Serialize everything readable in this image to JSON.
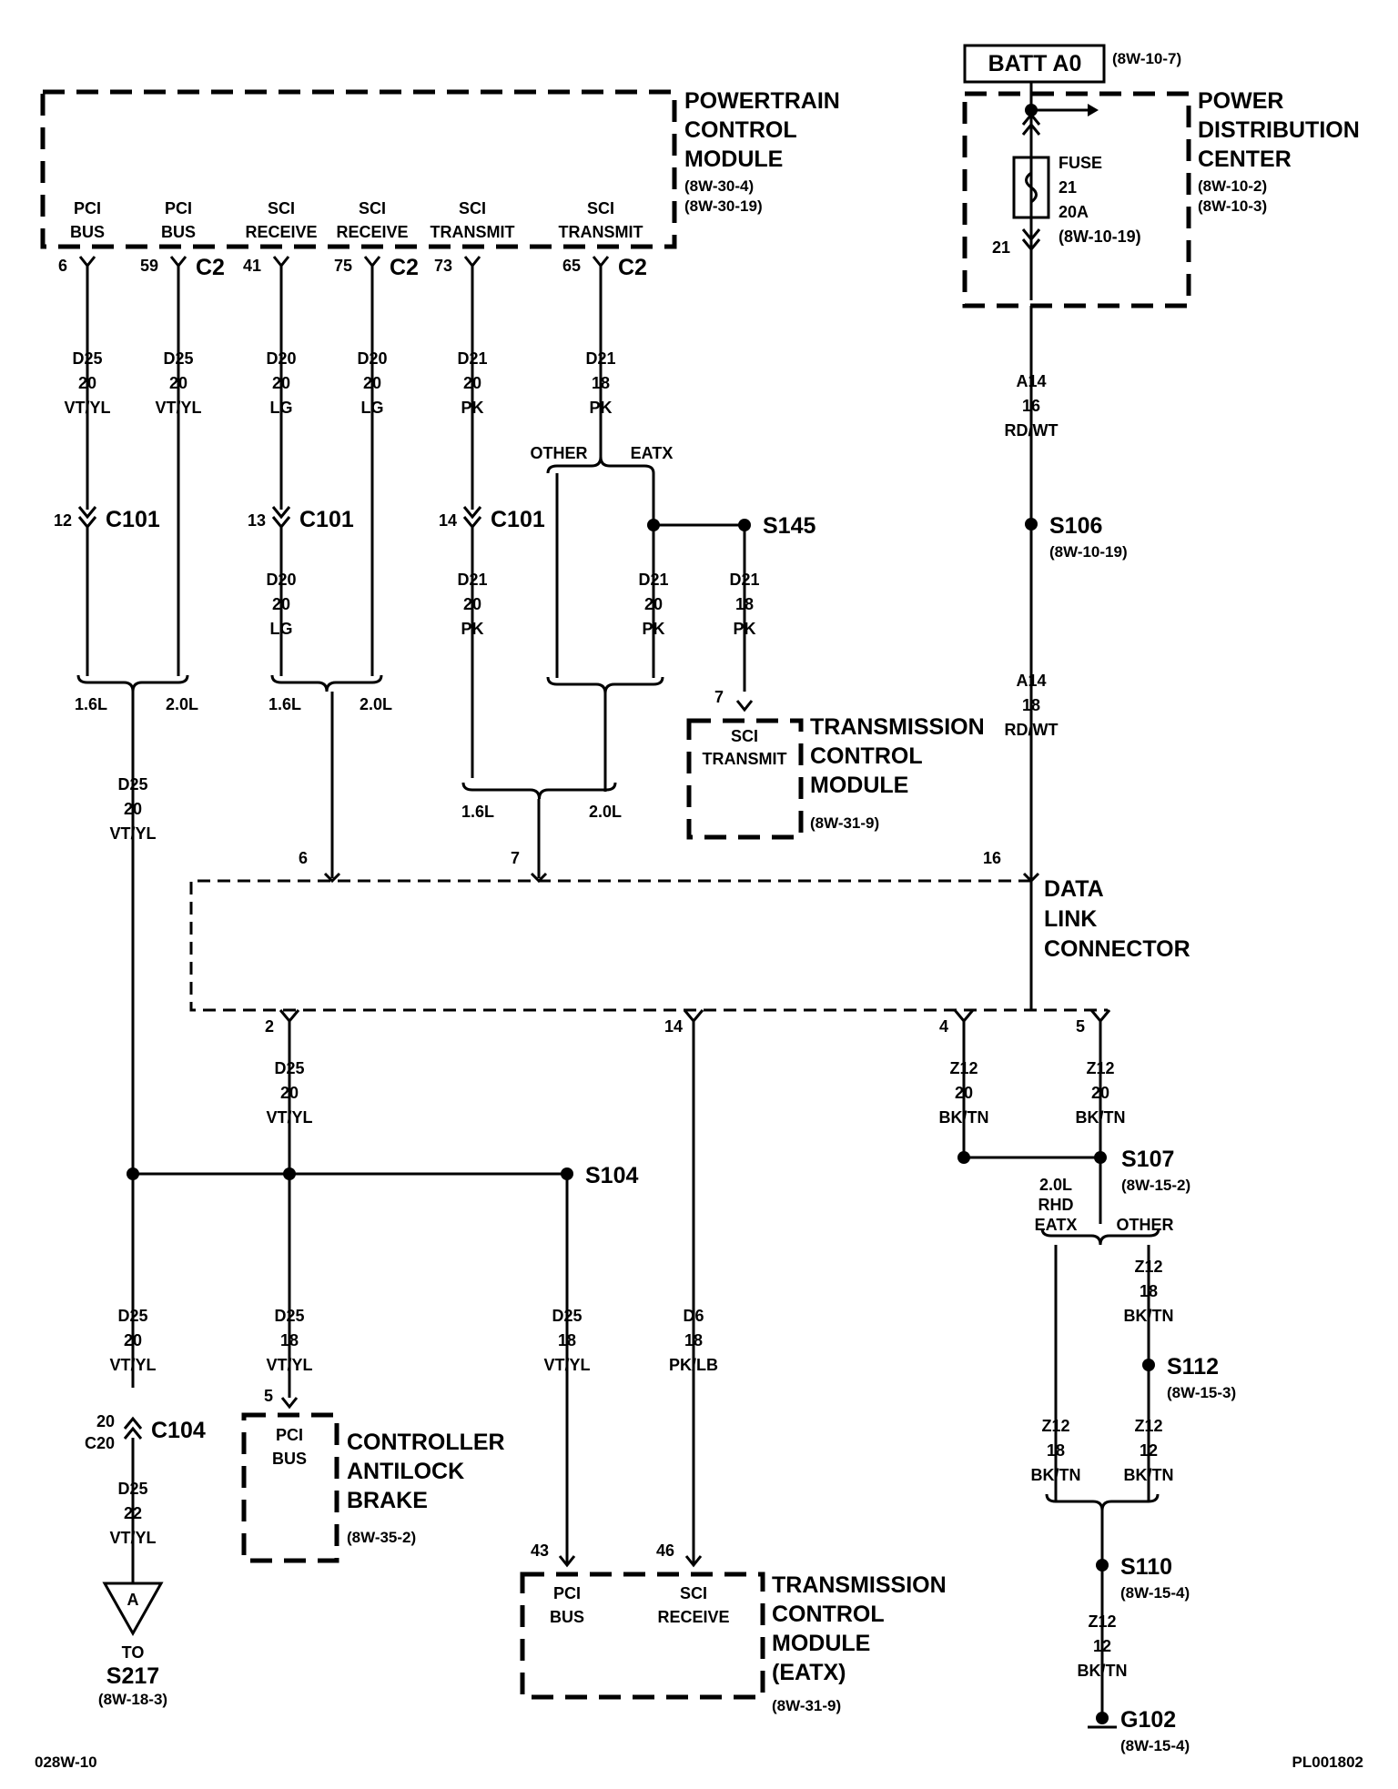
{
  "modules": {
    "pcm": {
      "title": [
        "POWERTRAIN",
        "CONTROL",
        "MODULE"
      ],
      "refs": [
        "(8W-30-4)",
        "(8W-30-19)"
      ],
      "pins": [
        [
          "PCI",
          "BUS"
        ],
        [
          "PCI",
          "BUS"
        ],
        [
          "SCI",
          "RECEIVE"
        ],
        [
          "SCI",
          "RECEIVE"
        ],
        [
          "SCI",
          "TRANSMIT"
        ],
        [
          "SCI",
          "TRANSMIT"
        ]
      ],
      "cavities": [
        "6",
        "59",
        "41",
        "75",
        "73",
        "65"
      ],
      "connector": "C2"
    },
    "batt": {
      "label": "BATT A0",
      "ref": "(8W-10-7)"
    },
    "pdc": {
      "title": [
        "POWER",
        "DISTRIBUTION",
        "CENTER"
      ],
      "refs": [
        "(8W-10-2)",
        "(8W-10-3)"
      ],
      "fuse": [
        "FUSE",
        "21",
        "20A",
        "(8W-10-19)"
      ],
      "cavity": "21"
    },
    "tcm1": {
      "title": [
        "TRANSMISSION",
        "CONTROL",
        "MODULE"
      ],
      "ref": "(8W-31-9)",
      "pin": [
        "SCI",
        "TRANSMIT"
      ],
      "cavity": "7"
    },
    "dlc": {
      "title": [
        "DATA",
        "LINK",
        "CONNECTOR"
      ],
      "cavities_top": [
        "6",
        "7",
        "16"
      ],
      "cavities_bottom": [
        "2",
        "14",
        "4",
        "5"
      ]
    },
    "cab": {
      "title": [
        "CONTROLLER",
        "ANTILOCK",
        "BRAKE"
      ],
      "ref": "(8W-35-2)",
      "pin": [
        "PCI",
        "BUS"
      ],
      "cavity": "5"
    },
    "tcm2": {
      "title": [
        "TRANSMISSION",
        "CONTROL",
        "MODULE",
        "(EATX)"
      ],
      "ref": "(8W-31-9)",
      "pins": [
        [
          "PCI",
          "BUS"
        ],
        [
          "SCI",
          "RECEIVE"
        ]
      ],
      "cavities": [
        "43",
        "46"
      ]
    }
  },
  "wires": {
    "w1": [
      "D25",
      "20",
      "VT/YL"
    ],
    "w2": [
      "D25",
      "20",
      "VT/YL"
    ],
    "w3": [
      "D20",
      "20",
      "LG"
    ],
    "w4": [
      "D20",
      "20",
      "LG"
    ],
    "w5": [
      "D21",
      "20",
      "PK"
    ],
    "w6": [
      "D21",
      "18",
      "PK"
    ],
    "w3b": [
      "D20",
      "20",
      "LG"
    ],
    "w5b": [
      "D21",
      "20",
      "PK"
    ],
    "w6a": [
      "D21",
      "20",
      "PK"
    ],
    "w6b": [
      "D21",
      "18",
      "PK"
    ],
    "w_a14a": [
      "A14",
      "16",
      "RD/WT"
    ],
    "w_a14b": [
      "A14",
      "18",
      "RD/WT"
    ],
    "w1b": [
      "D25",
      "20",
      "VT/YL"
    ],
    "w_dlc2": [
      "D25",
      "20",
      "VT/YL"
    ],
    "w_dlc4": [
      "Z12",
      "20",
      "BK/TN"
    ],
    "w_dlc5": [
      "Z12",
      "20",
      "BK/TN"
    ],
    "w_s104a": [
      "D25",
      "20",
      "VT/YL"
    ],
    "w_cab": [
      "D25",
      "18",
      "VT/YL"
    ],
    "w_tcm43": [
      "D25",
      "18",
      "VT/YL"
    ],
    "w_tcm46": [
      "D6",
      "18",
      "PK/LB"
    ],
    "w_c104b": [
      "D25",
      "22",
      "VT/YL"
    ],
    "w_z18": [
      "Z12",
      "18",
      "BK/TN"
    ],
    "w_s107": [
      "Z12",
      "18",
      "BK/TN"
    ],
    "w_s112": [
      "Z12",
      "12",
      "BK/TN"
    ],
    "w_s110": [
      "Z12",
      "12",
      "BK/TN"
    ]
  },
  "connectors": {
    "c101a": {
      "name": "C101",
      "cav": "12"
    },
    "c101b": {
      "name": "C101",
      "cav": "13"
    },
    "c101c": {
      "name": "C101",
      "cav": "14"
    },
    "c104": {
      "name": "C104",
      "cav": [
        "20",
        "C20"
      ]
    }
  },
  "splices": {
    "s145": {
      "name": "S145"
    },
    "s106": {
      "name": "S106",
      "ref": "(8W-10-19)"
    },
    "s104": {
      "name": "S104"
    },
    "s107": {
      "name": "S107",
      "ref": "(8W-15-2)"
    },
    "s112": {
      "name": "S112",
      "ref": "(8W-15-3)"
    },
    "s110": {
      "name": "S110",
      "ref": "(8W-15-4)"
    },
    "g102": {
      "name": "G102",
      "ref": "(8W-15-4)"
    }
  },
  "options": {
    "other": "OTHER",
    "eatx": "EATX",
    "l16": "1.6L",
    "l20": "2.0L",
    "rhd": [
      "2.0L",
      "RHD",
      "EATX"
    ]
  },
  "offpage": {
    "letter": "A",
    "to": "TO",
    "name": "S217",
    "ref": "(8W-18-3)"
  },
  "footer": {
    "left": "028W-10",
    "right": "PL001802"
  }
}
